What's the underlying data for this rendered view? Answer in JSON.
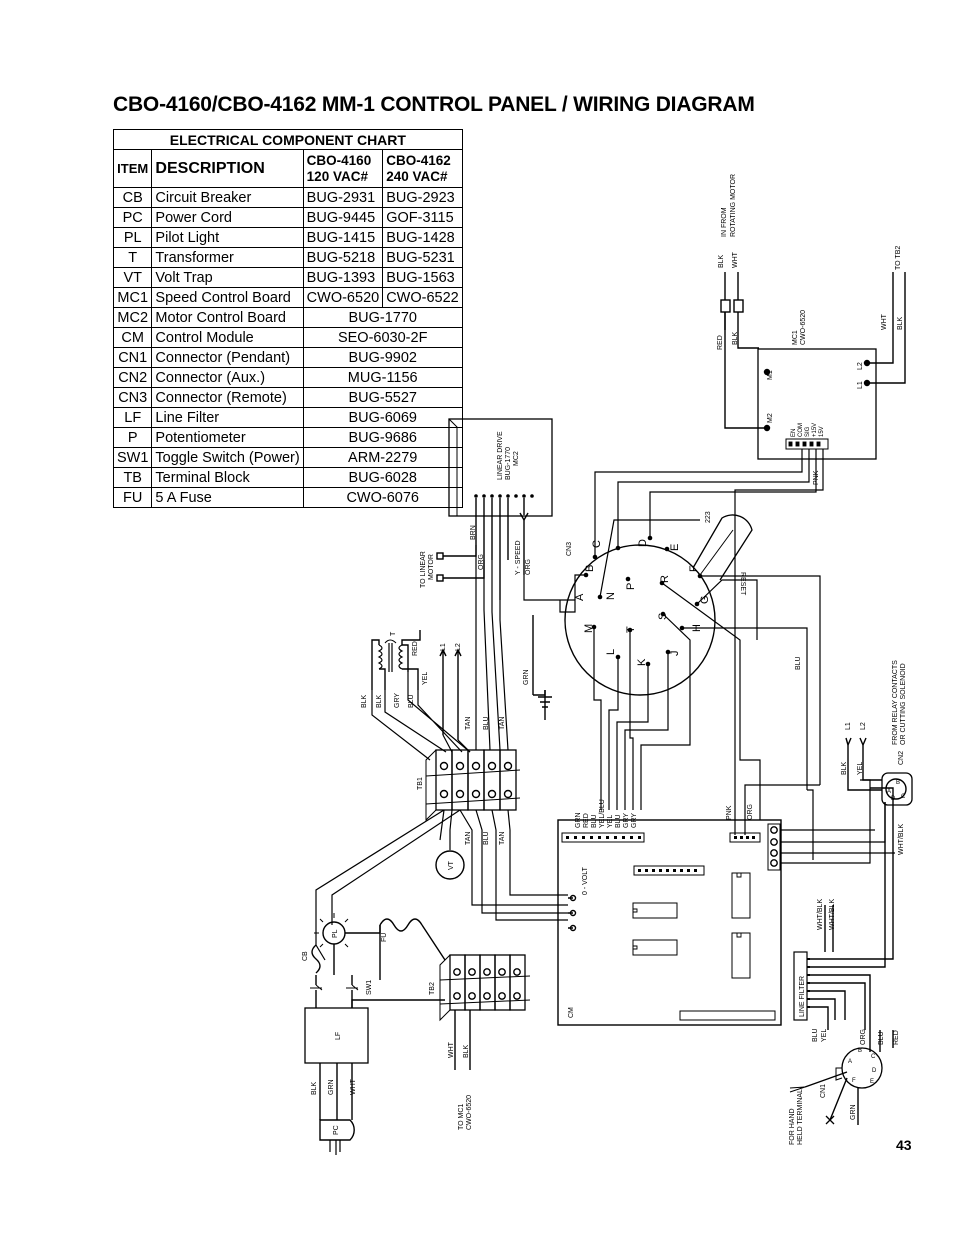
{
  "title": "CBO-4160/CBO-4162 MM-1 CONTROL PANEL / WIRING DIAGRAM",
  "page_number": "43",
  "chart": {
    "title": "ELECTRICAL COMPONENT CHART",
    "headers": {
      "item": "ITEM",
      "description": "DESCRIPTION",
      "model_a_line1": "CBO-4160",
      "model_a_line2": "120 VAC#",
      "model_b_line1": "CBO-4162",
      "model_b_line2": "240 VAC#"
    },
    "rows": [
      {
        "item": "CB",
        "description": "Circuit Breaker",
        "a": "BUG-2931",
        "b": "BUG-2923"
      },
      {
        "item": "PC",
        "description": "Power Cord",
        "a": "BUG-9445",
        "b": "GOF-3115"
      },
      {
        "item": "PL",
        "description": "Pilot Light",
        "a": "BUG-1415",
        "b": "BUG-1428"
      },
      {
        "item": "T",
        "description": "Transformer",
        "a": "BUG-5218",
        "b": "BUG-5231"
      },
      {
        "item": "VT",
        "description": "Volt Trap",
        "a": "BUG-1393",
        "b": "BUG-1563"
      },
      {
        "item": "MC1",
        "description": "Speed Control Board",
        "a": "CWO-6520",
        "b": "CWO-6522"
      },
      {
        "item": "MC2",
        "description": "Motor Control Board",
        "both": "BUG-1770"
      },
      {
        "item": "CM",
        "description": "Control Module",
        "both": "SEO-6030-2F"
      },
      {
        "item": "CN1",
        "description": "Connector (Pendant)",
        "both": "BUG-9902"
      },
      {
        "item": "CN2",
        "description": "Connector (Aux.)",
        "both": "MUG-1156"
      },
      {
        "item": "CN3",
        "description": "Connector (Remote)",
        "both": "BUG-5527"
      },
      {
        "item": "LF",
        "description": "Line Filter",
        "both": "BUG-6069"
      },
      {
        "item": "P",
        "description": "Potentiometer",
        "both": "BUG-9686"
      },
      {
        "item": "SW1",
        "description": "Toggle Switch (Power)",
        "both": "ARM-2279"
      },
      {
        "item": "TB",
        "description": "Terminal Block",
        "both": "BUG-6028"
      },
      {
        "item": "FU",
        "description": "5 A Fuse",
        "both": "CWO-6076"
      }
    ]
  },
  "diagram": {
    "labels": {
      "from_rotating_motor": [
        "IN FROM",
        "ROTATING MOTOR"
      ],
      "to_tb2": "TO TB2",
      "mc1_name": [
        "MC1",
        "CWO-6520"
      ],
      "mc1_pins": [
        "M1",
        "M2",
        "L2",
        "L1"
      ],
      "mc1_bottom_pins": [
        "EN",
        "COM",
        "SIG",
        "+15V",
        "15V"
      ],
      "mc2_name": [
        "LINEAR DRIVE",
        "BUG-1770",
        "MC2"
      ],
      "to_linear_motor": [
        "TO LINEAR",
        "MOTOR"
      ],
      "cn3": "CN3",
      "reset": "RESET",
      "connector_223": "223",
      "cn3_pins": [
        "A",
        "B",
        "C",
        "D",
        "E",
        "F",
        "G",
        "H",
        "J",
        "K",
        "L",
        "M",
        "N",
        "P",
        "R",
        "S",
        "T"
      ],
      "transformer": "T",
      "tb1": "TB1",
      "tb2": "TB2",
      "vt": "VT",
      "pl": "PL",
      "cb": "CB",
      "fu": "FU",
      "sw1": "SW1",
      "lf": "LF",
      "pc": "PC",
      "cm": "CM",
      "zero_volt": "0 - VOLT",
      "line_filter": "LINE FILTER",
      "from_relay": [
        "FROM RELAY CONTACTS",
        "OR CUTTING SOLENOID"
      ],
      "cn2": "CN2",
      "cn1": "CN1",
      "for_hand": [
        "FOR HAND",
        "HELD TERMINAL"
      ],
      "to_mc1": [
        "TO MC1",
        "CWO-6520"
      ],
      "l1": "L1",
      "l2": "L2",
      "y_speed": "Y - SPEED"
    },
    "wire_colors": {
      "blk": "BLK",
      "wht": "WHT",
      "red": "RED",
      "grn": "GRN",
      "blu": "BLU",
      "yel": "YEL",
      "gry": "GRY",
      "tan": "TAN",
      "brn": "BRN",
      "org": "ORG",
      "pnk": "PNK",
      "wht_blk": "WHT/BLK",
      "yel_blu": "YEL/BLU"
    }
  }
}
